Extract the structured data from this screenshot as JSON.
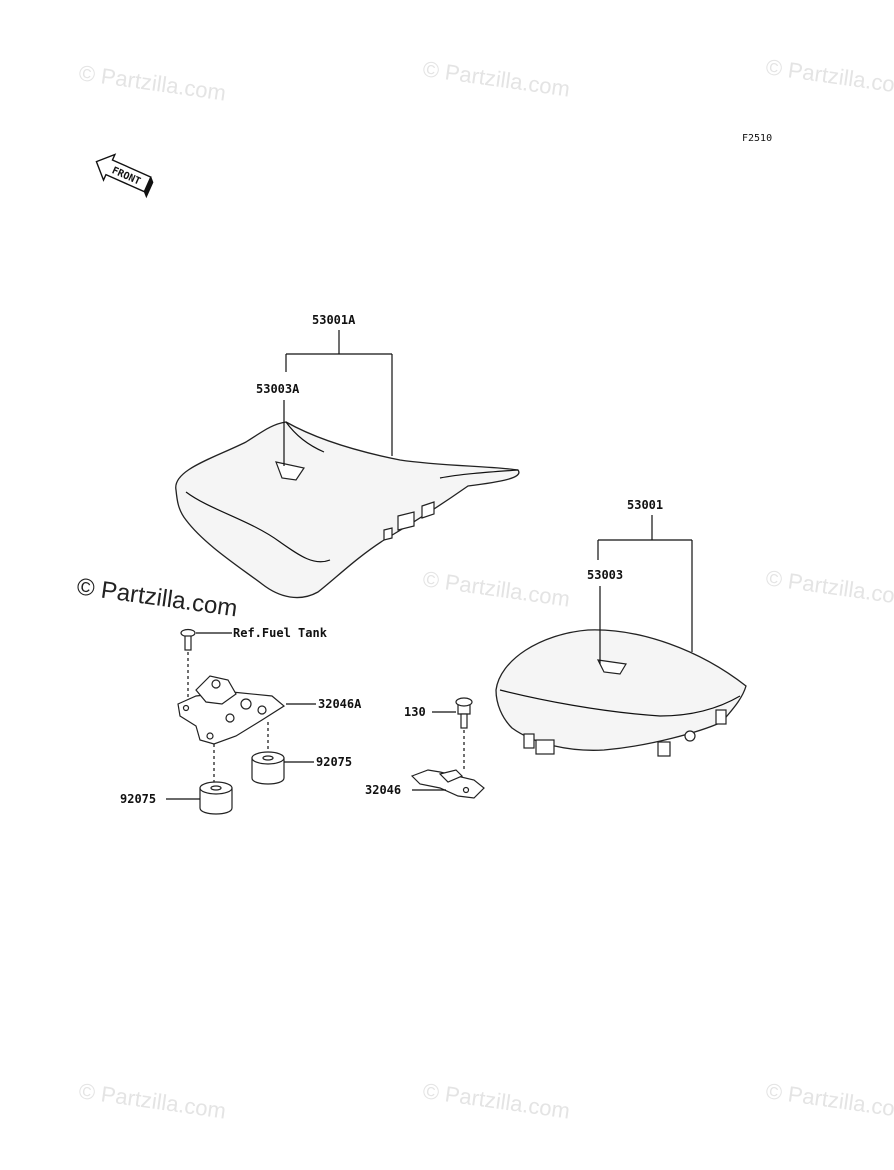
{
  "figure_code": "F2510",
  "front_label": "FRONT",
  "watermark_text": "© Partzilla.com",
  "watermark_main": "© Partzilla.com",
  "labels": {
    "rider_seat": "53001A",
    "rider_seat_cover": "53003A",
    "passenger_seat": "53001",
    "passenger_seat_cover": "53003",
    "ref_fuel_tank": "Ref.Fuel Tank",
    "bracket_a": "32046A",
    "damper_upper": "92075",
    "damper_lower": "92075",
    "bolt": "130",
    "bracket": "32046"
  },
  "colors": {
    "line": "#111111",
    "watermark": "#e4e4e4"
  }
}
